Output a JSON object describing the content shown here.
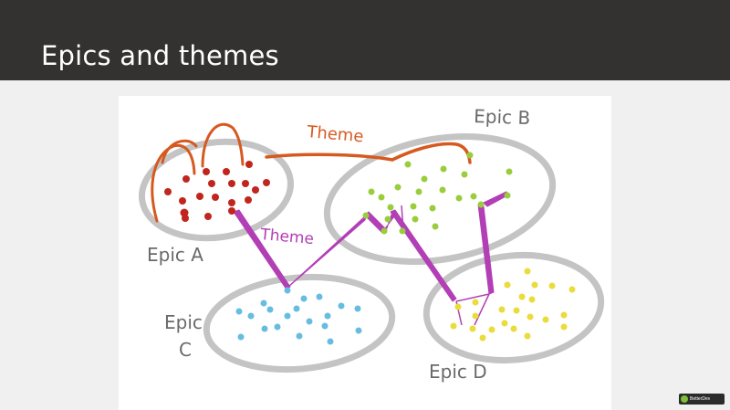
{
  "slide": {
    "title": "Epics and themes"
  },
  "diagram": {
    "labels": {
      "epic_a": "Epic A",
      "epic_b": "Epic B",
      "epic_c": "Epic C",
      "epic_c_line1": "Epic",
      "epic_c_line2": "C",
      "epic_d": "Epic D",
      "theme_top": "Theme",
      "theme_middle": "Theme"
    },
    "colors": {
      "ellipse": "#c4c4c4",
      "epic_a_dots": "#c0261e",
      "epic_b_dots": "#9acd3c",
      "epic_c_dots": "#66bde0",
      "epic_d_dots": "#eadc3a",
      "theme_orange": "#d65a1f",
      "theme_purple": "#b23fb5",
      "handwriting": "#6a6a6a"
    }
  },
  "watermark": {
    "text": "BetterDev"
  }
}
